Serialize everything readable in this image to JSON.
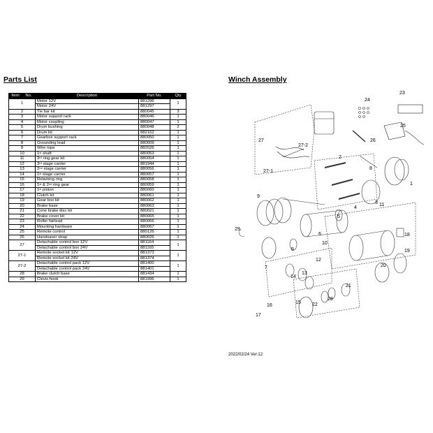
{
  "parts_list": {
    "title": "Parts List",
    "headers": {
      "item": "Item",
      "no": "No.",
      "description": "Description",
      "part_no": "Part No.",
      "qty": "Qty"
    },
    "rows": [
      {
        "item": "1",
        "description": "Motor 12V",
        "part_no": "881296",
        "qty": "1",
        "span": 2
      },
      {
        "description": "Motor 24V",
        "part_no": "881297"
      },
      {
        "item": "2",
        "description": "Tie bar kit",
        "part_no": "880045",
        "qty": "3"
      },
      {
        "item": "3",
        "description": "Motor support rack",
        "part_no": "880046",
        "qty": "1"
      },
      {
        "item": "4",
        "description": "Motor coupling",
        "part_no": "880047",
        "qty": "1"
      },
      {
        "item": "5",
        "description": "Drum bushing",
        "part_no": "880048",
        "qty": "2"
      },
      {
        "item": "6",
        "description": "Drum kit",
        "part_no": "882162",
        "qty": "1"
      },
      {
        "item": "7",
        "description": "Gearbox support rack",
        "part_no": "880050",
        "qty": "1"
      },
      {
        "item": "8",
        "description": "Grounding lead",
        "part_no": "880009",
        "qty": "1"
      },
      {
        "item": "9",
        "description": "Wire rope",
        "part_no": "882026",
        "qty": "1"
      },
      {
        "item": "10",
        "description": "1st shaft",
        "part_no": "880053",
        "qty": "1",
        "sup": "st",
        "base": "1",
        "rest": " shaft"
      },
      {
        "item": "11",
        "description": "3rd ring gear kit",
        "part_no": "880054",
        "qty": "1",
        "sup": "rd",
        "base": "3",
        "rest": " ring gear kit"
      },
      {
        "item": "12",
        "description": "3rd stage carrier",
        "part_no": "881944",
        "qty": "1",
        "sup": "rd",
        "base": "3",
        "rest": " stage carrier"
      },
      {
        "item": "13",
        "description": "2nd stage carrier",
        "part_no": "880056",
        "qty": "1",
        "sup": "nd",
        "base": "2",
        "rest": " stage carrier"
      },
      {
        "item": "14",
        "description": "1st stage carrier",
        "part_no": "880057",
        "qty": "1",
        "sup": "st",
        "base": "1",
        "rest": " stage carrier"
      },
      {
        "item": "15",
        "description": "Retaining ring",
        "part_no": "880058",
        "qty": "1"
      },
      {
        "item": "16",
        "description": "1st & 2nd ring gear",
        "part_no": "880059",
        "qty": "1",
        "sup": "st",
        "base": "1",
        "rest": " & 2",
        "sup2": "nd",
        "rest2": " ring gear"
      },
      {
        "item": "17",
        "description": "1st pinion",
        "part_no": "880060",
        "qty": "1",
        "sup": "st",
        "base": "1",
        "rest": " pinion"
      },
      {
        "item": "18",
        "description": "Clutch kit",
        "part_no": "880061",
        "qty": "1"
      },
      {
        "item": "19",
        "description": "Gear box kit",
        "part_no": "880062",
        "qty": "1"
      },
      {
        "item": "20",
        "description": "Brake base",
        "part_no": "880063",
        "qty": "1"
      },
      {
        "item": "21",
        "description": "Cone brake disc kit",
        "part_no": "880021",
        "qty": "1"
      },
      {
        "item": "22",
        "description": "Brake cover kit",
        "part_no": "880065",
        "qty": "1"
      },
      {
        "item": "23",
        "description": "Roller fairlead",
        "part_no": "880066",
        "qty": "1"
      },
      {
        "item": "24",
        "description": "Mounting hardware",
        "part_no": "880067",
        "qty": "1"
      },
      {
        "item": "25",
        "description": "Remote control",
        "part_no": "880126",
        "qty": "1"
      },
      {
        "item": "26",
        "description": "Handsaver strap",
        "part_no": "880026",
        "qty": "1"
      },
      {
        "item": "27",
        "description": "Detachable control box 12V",
        "part_no": "881164",
        "qty": "1",
        "span": 2
      },
      {
        "description": "Detachable control box 24V",
        "part_no": "881165"
      },
      {
        "item": "27-1",
        "description": "Remote socket kit 12V",
        "part_no": "881373",
        "qty": "1",
        "span": 2
      },
      {
        "description": "Remote socket kit 24V",
        "part_no": "881374"
      },
      {
        "item": "27-2",
        "description": "Detachable control pack 12V",
        "part_no": "881400",
        "qty": "1",
        "span": 2
      },
      {
        "description": "Detachable control pack 24V",
        "part_no": "881401"
      },
      {
        "item": "28",
        "description": "Brake clutch base",
        "part_no": "881434",
        "qty": "1"
      },
      {
        "item": "29",
        "description": "Clevis hook",
        "part_no": "881996",
        "qty": "1"
      }
    ]
  },
  "assembly": {
    "title": "Winch Assembly",
    "callouts": [
      "1",
      "2",
      "3",
      "4",
      "5",
      "5",
      "6",
      "7",
      "8",
      "9",
      "10",
      "11",
      "12",
      "13",
      "14",
      "15",
      "16",
      "17",
      "18",
      "19",
      "20",
      "21",
      "22",
      "23",
      "24",
      "25",
      "26",
      "27",
      "27-1",
      "27-2",
      "28",
      "29"
    ],
    "footer": "2022/02/24    Ver:12"
  }
}
